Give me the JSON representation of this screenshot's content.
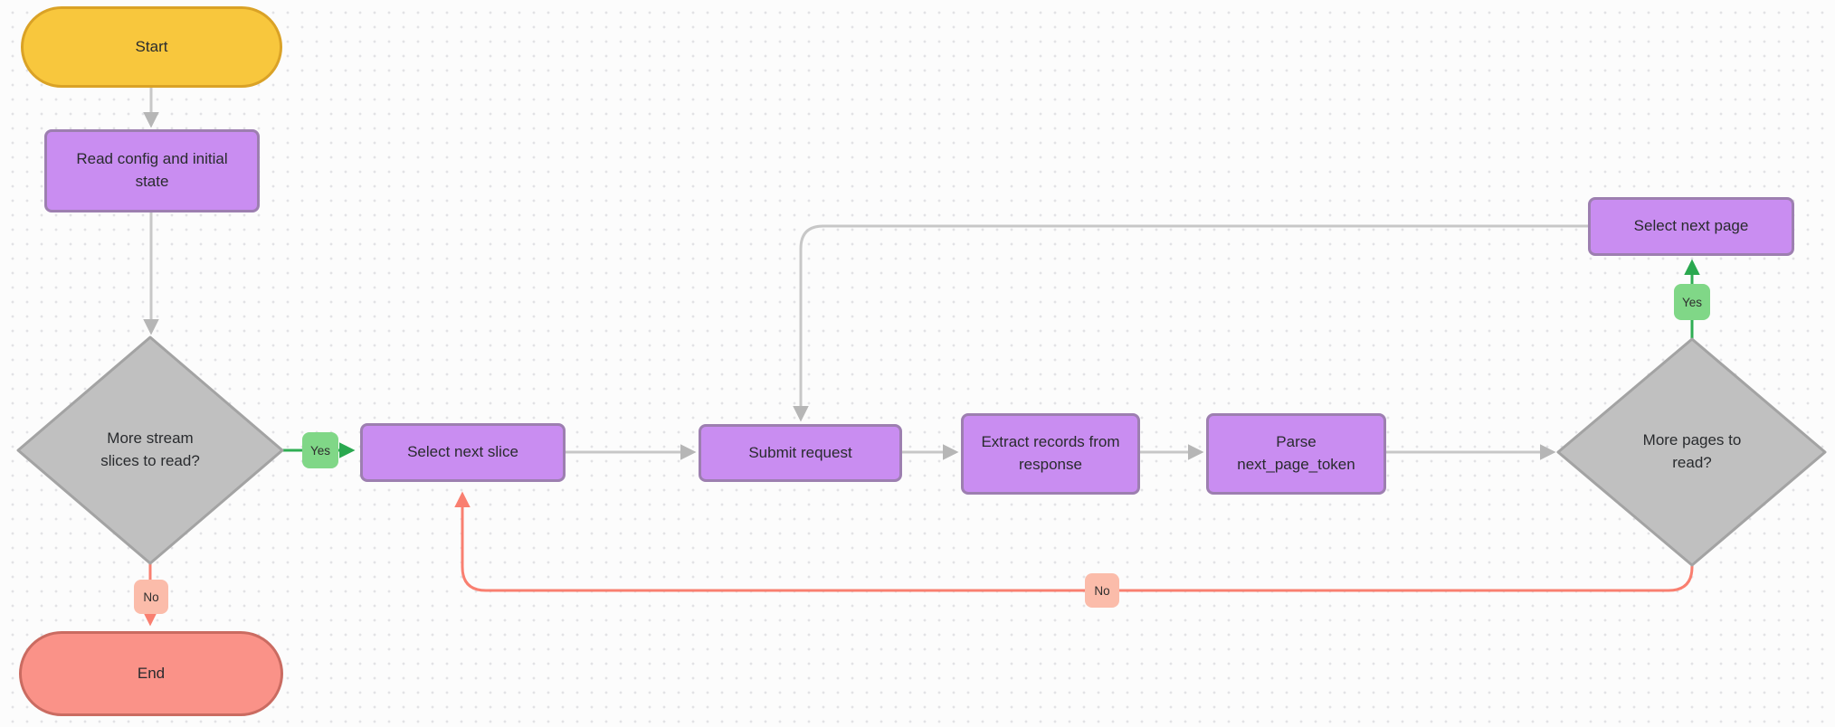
{
  "diagram": {
    "type": "flowchart",
    "nodes": {
      "start": "Start",
      "read_config": "Read config and initial\nstate",
      "more_slices": "More stream\nslices to read?",
      "select_slice": "Select next slice",
      "submit_request": "Submit request",
      "extract_records": "Extract records from\nresponse",
      "parse_token": "Parse\nnext_page_token",
      "more_pages": "More pages to\nread?",
      "select_page": "Select next page",
      "end": "End"
    },
    "edge_labels": {
      "yes_slices": "Yes",
      "no_slices": "No",
      "yes_pages": "Yes",
      "no_pages": "No"
    },
    "colors": {
      "canvas_bg": "#fcfcfc",
      "dot_grid": "#e2e2e5",
      "terminator_fill": "#f8c73d",
      "terminator_border": "#daa226",
      "process_fill": "#c98df1",
      "process_border": "#9d7fb0",
      "decision_fill": "#c0c0c0",
      "decision_border": "#a3a3a3",
      "end_fill": "#fa9288",
      "end_border": "#ca6b61",
      "edge_default": "#c7c7c7",
      "edge_yes": "#2fae54",
      "edge_no": "#f97f70",
      "label_yes_bg": "#80d787",
      "label_no_bg": "#fbbcaa",
      "text": "#292b2e"
    }
  }
}
